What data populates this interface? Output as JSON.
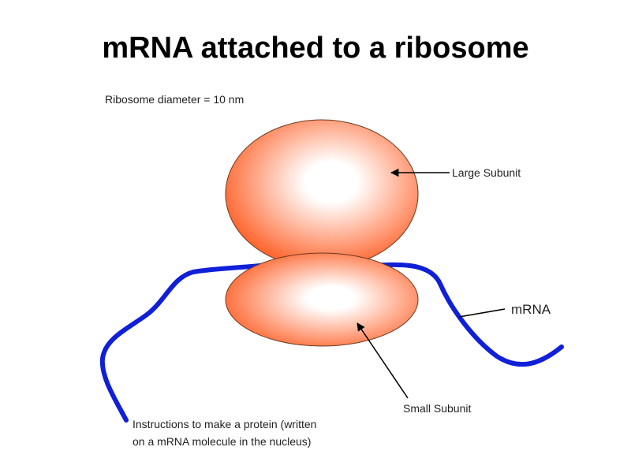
{
  "title": "mRNA attached to a ribosome",
  "diameter_note": "Ribosome diameter = 10 nm",
  "labels": {
    "large_subunit": "Large Subunit",
    "small_subunit": "Small Subunit",
    "mrna": "mRNA",
    "instructions_line1": "Instructions to make a protein (written",
    "instructions_line2": "on a mRNA molecule in the nucleus)"
  },
  "colors": {
    "subunit_edge": "#ff5a1f",
    "subunit_center": "#ffffff",
    "mrna_strand": "#1020d8",
    "outline": "#6b3a20",
    "arrow": "#000000"
  }
}
